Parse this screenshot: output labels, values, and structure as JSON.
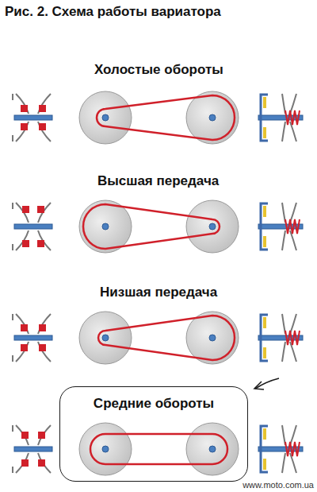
{
  "diagram": {
    "title": "Рис. 2. Схема работы вариатора",
    "nodes": [
      {
        "text": [
          "Средние обороты"
        ]
      }
    ],
    "labels": [
      "Холостые обороты",
      "Высшая передача",
      "Низшая передача",
      "www.moto.com.ua"
    ]
  }
}
